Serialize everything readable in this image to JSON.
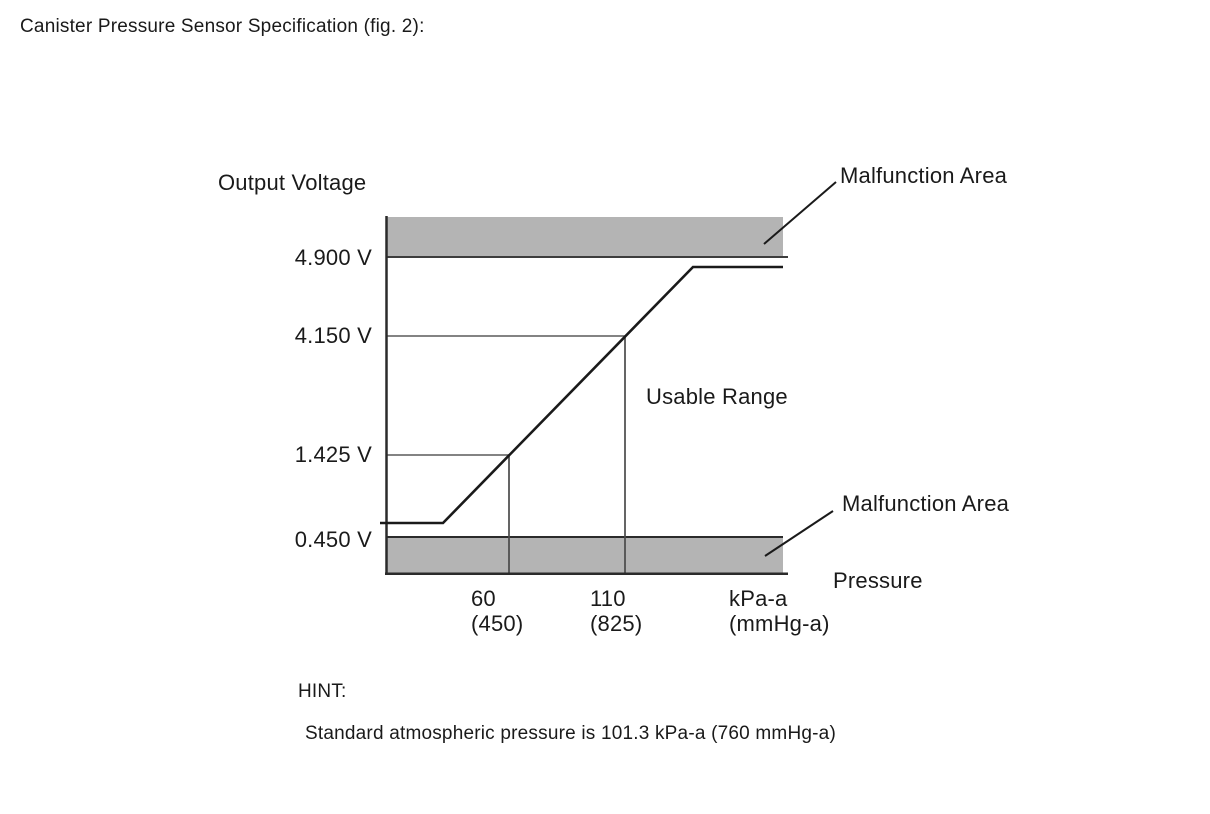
{
  "page": {
    "title": "Canister Pressure Sensor Specification (fig. 2):"
  },
  "chart_data": {
    "type": "line",
    "title": "Canister Pressure Sensor Specification (fig. 2)",
    "ylabel": "Output Voltage",
    "xlabel": "Pressure",
    "x_unit_primary": "kPa-a",
    "x_unit_secondary": "(mmHg-a)",
    "y_ticks": [
      {
        "label": "4.900 V",
        "volts": 4.9
      },
      {
        "label": "4.150 V",
        "volts": 4.15
      },
      {
        "label": "1.425 V",
        "volts": 1.425
      },
      {
        "label": "0.450 V",
        "volts": 0.45
      }
    ],
    "x_ticks": [
      {
        "label": "60",
        "secondary": "(450)",
        "kpa": 60,
        "mmhg": 450
      },
      {
        "label": "110",
        "secondary": "(825)",
        "kpa": 110,
        "mmhg": 825
      }
    ],
    "series": [
      {
        "name": "sensor output characteristic",
        "labeled_points_kpa_v": [
          [
            60,
            1.425
          ],
          [
            110,
            4.15
          ]
        ],
        "clamp_low_v": 0.45,
        "clamp_high_v": 4.9,
        "shape": "flat at low clamp, linear rise between labeled points, flat at high clamp"
      }
    ],
    "regions": [
      {
        "label": "Malfunction Area",
        "where": "above 4.900 V"
      },
      {
        "label": "Usable Range",
        "where": "between 0.450 V and 4.900 V"
      },
      {
        "label": "Malfunction Area",
        "where": "below 0.450 V"
      }
    ],
    "grid": "reference lines only",
    "colors": {
      "malfunction_band": "#b4b4b4",
      "curve": "#1a1a1a",
      "reference_line": "#5a5a5a",
      "axis": "#2b2b2b"
    }
  },
  "hint": {
    "heading": "HINT:",
    "text": "Standard atmospheric pressure is 101.3 kPa-a (760 mmHg-a)"
  }
}
